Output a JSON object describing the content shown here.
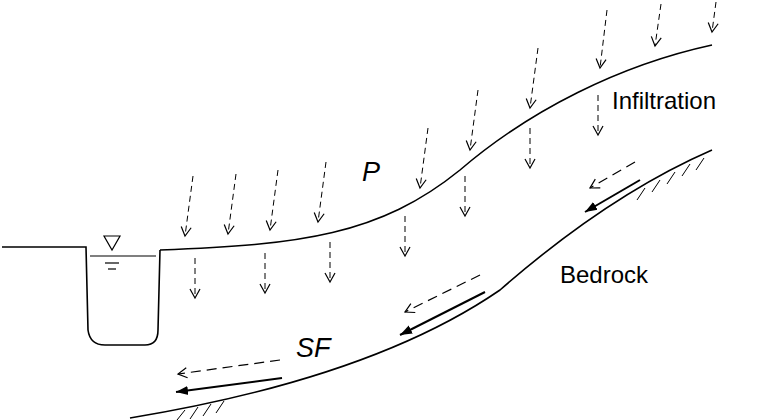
{
  "diagram": {
    "labels": [
      "P",
      "Infiltration",
      "Bedrock",
      "SF"
    ]
  }
}
